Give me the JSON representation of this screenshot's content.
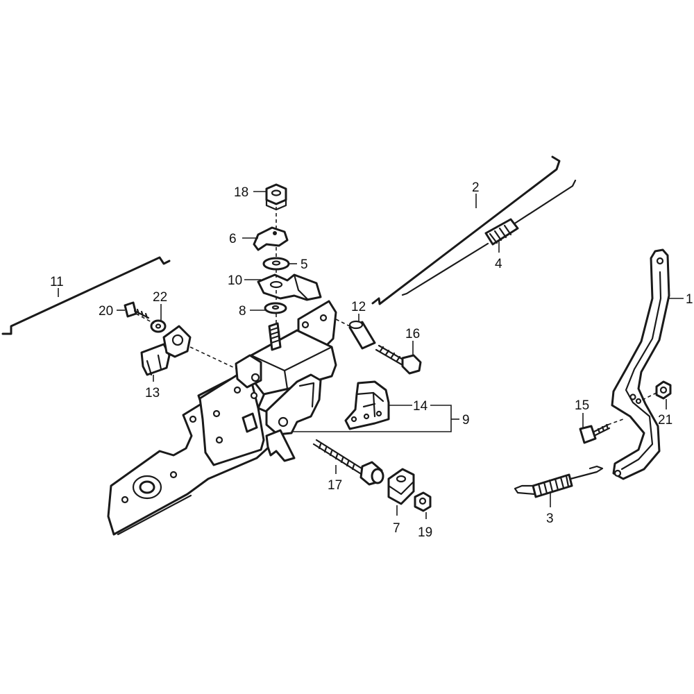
{
  "callouts": [
    {
      "id": "n1",
      "text": "1"
    },
    {
      "id": "n2",
      "text": "2"
    },
    {
      "id": "n3",
      "text": "3"
    },
    {
      "id": "n4",
      "text": "4"
    },
    {
      "id": "n5",
      "text": "5"
    },
    {
      "id": "n6",
      "text": "6"
    },
    {
      "id": "n7",
      "text": "7"
    },
    {
      "id": "n8",
      "text": "8"
    },
    {
      "id": "n9",
      "text": "9"
    },
    {
      "id": "n10",
      "text": "10"
    },
    {
      "id": "n11",
      "text": "11"
    },
    {
      "id": "n12",
      "text": "12"
    },
    {
      "id": "n13",
      "text": "13"
    },
    {
      "id": "n14",
      "text": "14"
    },
    {
      "id": "n15",
      "text": "15"
    },
    {
      "id": "n16",
      "text": "16"
    },
    {
      "id": "n17",
      "text": "17"
    },
    {
      "id": "n18",
      "text": "18"
    },
    {
      "id": "n19",
      "text": "19"
    },
    {
      "id": "n20",
      "text": "20"
    },
    {
      "id": "n21",
      "text": "21"
    },
    {
      "id": "n22",
      "text": "22"
    }
  ],
  "colors": {
    "line": "#1a1a1a",
    "background": "#ffffff"
  }
}
